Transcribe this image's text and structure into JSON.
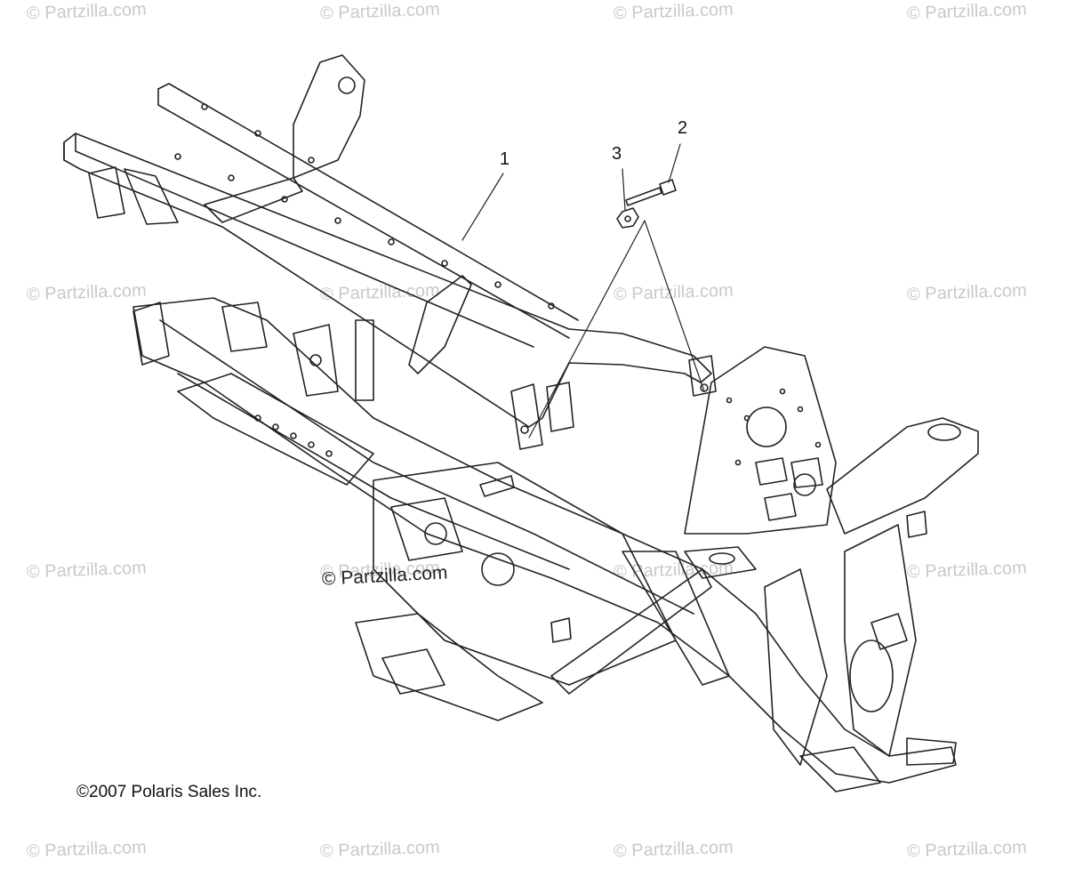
{
  "watermarks": [
    "© Partzilla.com",
    "© Partzilla.com",
    "© Partzilla.com",
    "© Partzilla.com",
    "© Partzilla.com",
    "© Partzilla.com",
    "© Partzilla.com",
    "© Partzilla.com",
    "© Partzilla.com",
    "© Partzilla.com",
    "© Partzilla.com",
    "© Partzilla.com",
    "© Partzilla.com",
    "© Partzilla.com",
    "© Partzilla.com",
    "© Partzilla.com"
  ],
  "center_watermark": "© Partzilla.com",
  "callouts": {
    "c1": "1",
    "c2": "2",
    "c3": "3"
  },
  "copyright": "©2007 Polaris Sales Inc."
}
